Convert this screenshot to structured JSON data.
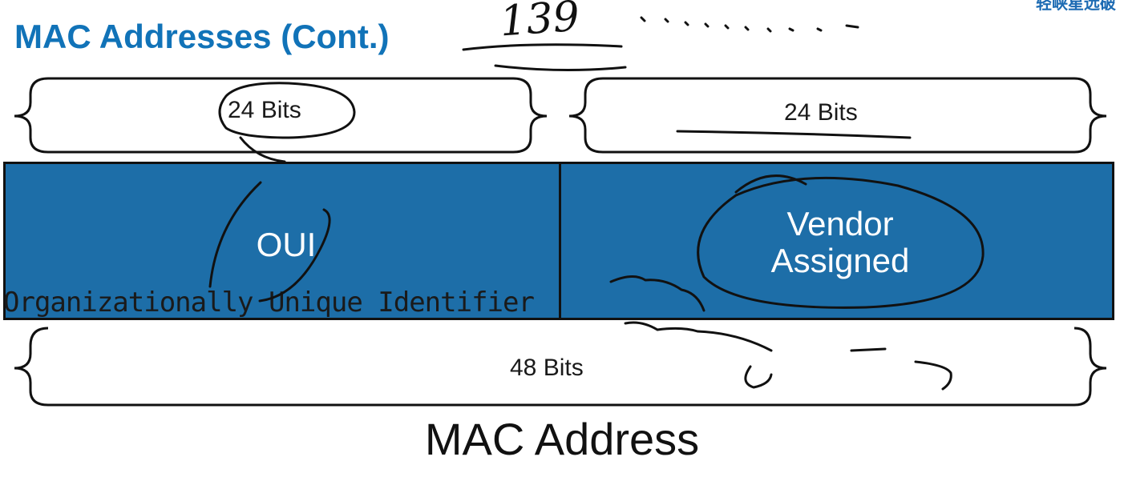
{
  "slide": {
    "title": "MAC Addresses (Cont.)",
    "watermark": "轻峡星远破",
    "upper_left_label": "24 Bits",
    "upper_right_label": "24 Bits",
    "box_left_label": "OUI",
    "box_right_label_line1": "Vendor",
    "box_right_label_line2": "Assigned",
    "overlay_caption": "Organizationally Unique Identifier",
    "lower_label": "48 Bits",
    "footer_title": "MAC Address",
    "handwritten_number": "139"
  },
  "colors": {
    "title": "#1173b8",
    "box_fill": "#1d6ea8",
    "ink": "#111111"
  }
}
